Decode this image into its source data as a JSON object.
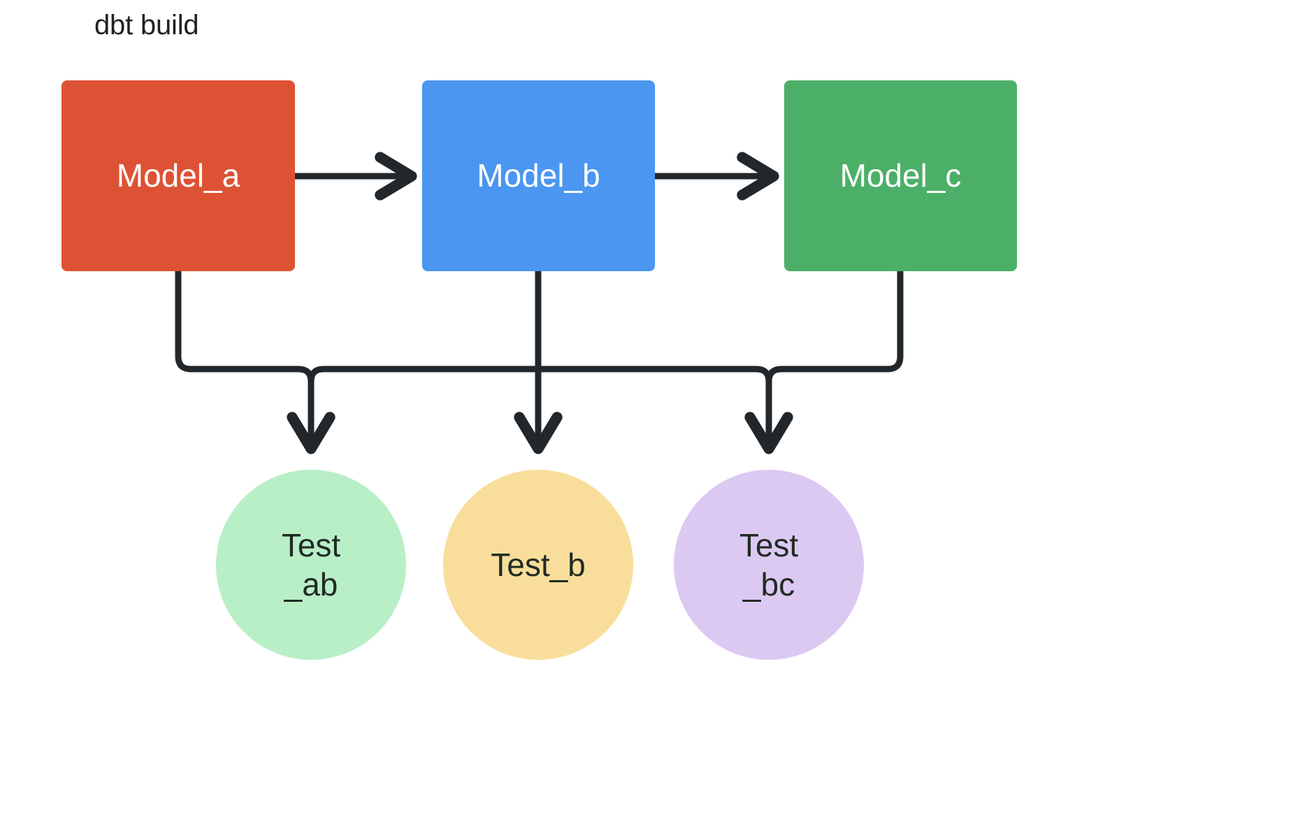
{
  "diagram": {
    "title": "dbt build",
    "background_color": "#ffffff",
    "edge_color": "#22272b",
    "title_color": "#212121"
  },
  "models": [
    {
      "id": "model_a",
      "label": "Model_a",
      "color": "#DD5234",
      "text_color": "#ffffff",
      "shape": "rounded-rectangle"
    },
    {
      "id": "model_b",
      "label": "Model_b",
      "color": "#4A96F0",
      "text_color": "#ffffff",
      "shape": "rounded-rectangle"
    },
    {
      "id": "model_c",
      "label": "Model_c",
      "color": "#4CAF68",
      "text_color": "#ffffff",
      "shape": "rounded-rectangle"
    }
  ],
  "tests": [
    {
      "id": "test_ab",
      "label": "Test\n_ab",
      "color": "#B9EFC6",
      "text_color": "#212b25",
      "shape": "circle"
    },
    {
      "id": "test_b",
      "label": "Test_b",
      "color": "#F8DE9A",
      "text_color": "#212b25",
      "shape": "circle"
    },
    {
      "id": "test_bc",
      "label": "Test\n_bc",
      "color": "#DCC9F2",
      "text_color": "#212b25",
      "shape": "circle"
    }
  ],
  "edges": [
    {
      "from": "model_a",
      "to": "model_b",
      "style": "straight-arrow"
    },
    {
      "from": "model_b",
      "to": "model_c",
      "style": "straight-arrow"
    },
    {
      "from": "model_a",
      "to": "test_ab",
      "style": "elbow-arrow"
    },
    {
      "from": "model_b",
      "to": "test_ab",
      "style": "elbow-arrow"
    },
    {
      "from": "model_b",
      "to": "test_b",
      "style": "elbow-arrow"
    },
    {
      "from": "model_b",
      "to": "test_bc",
      "style": "elbow-arrow"
    },
    {
      "from": "model_c",
      "to": "test_bc",
      "style": "elbow-arrow"
    }
  ]
}
